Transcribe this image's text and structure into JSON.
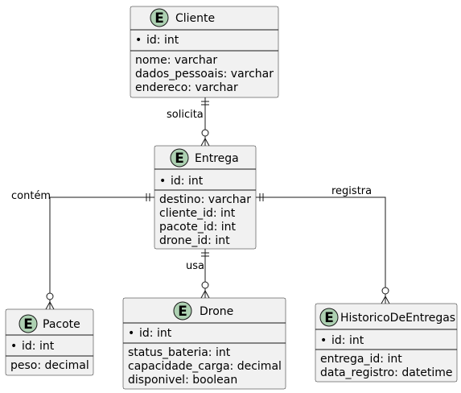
{
  "diagram": {
    "badge_letter": "E",
    "colors": {
      "entity_fill": "#f1f1f1",
      "badge_fill": "#add1b2",
      "line": "#181818"
    },
    "entities": {
      "cliente": {
        "name": "Cliente",
        "key": "id: int",
        "attrs": [
          "nome: varchar",
          "dados_pessoais: varchar",
          "endereco: varchar"
        ]
      },
      "entrega": {
        "name": "Entrega",
        "key": "id: int",
        "attrs": [
          "destino: varchar",
          "cliente_id: int",
          "pacote_id: int",
          "drone_id: int"
        ]
      },
      "pacote": {
        "name": "Pacote",
        "key": "id: int",
        "attrs": [
          "peso: decimal"
        ]
      },
      "drone": {
        "name": "Drone",
        "key": "id: int",
        "attrs": [
          "status_bateria: int",
          "capacidade_carga: decimal",
          "disponivel: boolean"
        ]
      },
      "historico": {
        "name": "HistoricoDeEntregas",
        "key": "id: int",
        "attrs": [
          "entrega_id: int",
          "data_registro: datetime"
        ]
      }
    },
    "relations": {
      "solicita": "solicita",
      "contem": "contém",
      "usa": "usa",
      "registra": "registra"
    }
  }
}
